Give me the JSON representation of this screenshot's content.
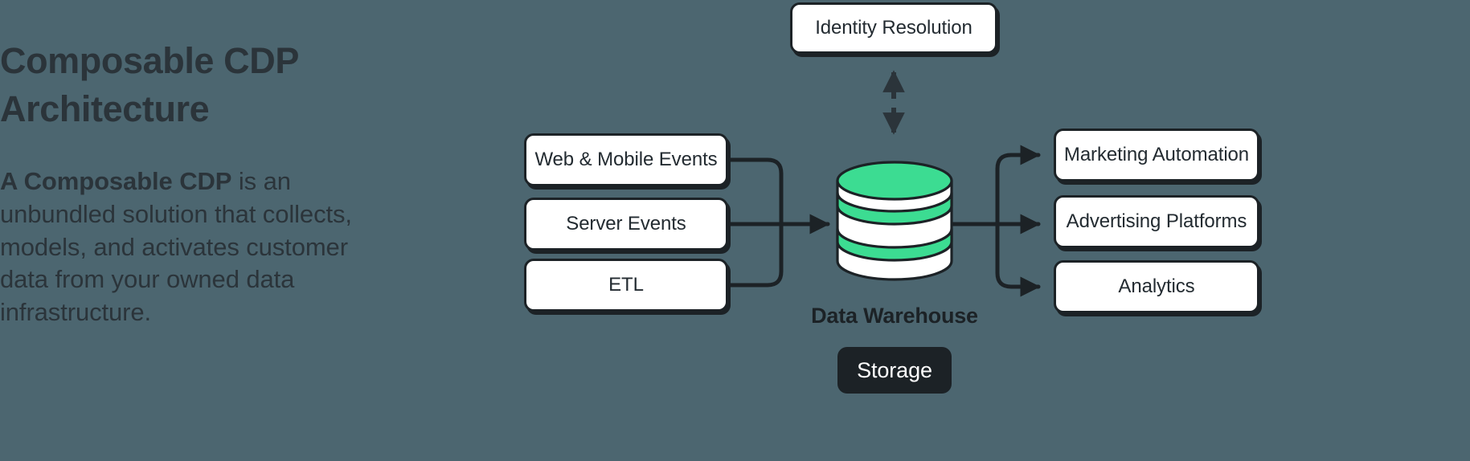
{
  "colors": {
    "background": "#4c6670",
    "ink": "#1c2226",
    "text": "#2b343a",
    "node_fill": "#ffffff",
    "accent_green": "#3cdc92",
    "badge_fill": "#1c2226",
    "badge_text": "#ffffff"
  },
  "intro": {
    "headline": "Composable CDP\nArchitecture",
    "body_lead": "A Composable CDP",
    "body_rest": " is an unbundled solution that collects, models, and activates customer data from your owned data infrastructure."
  },
  "diagram": {
    "type": "flow",
    "sources": [
      {
        "id": "web",
        "label": "Web & Mobile Events"
      },
      {
        "id": "server",
        "label": "Server Events"
      },
      {
        "id": "etl",
        "label": "ETL"
      }
    ],
    "hub": {
      "id": "data-warehouse",
      "label": "Data Warehouse",
      "icon": "database-cylinder-icon",
      "badge": "Storage"
    },
    "satellite": {
      "id": "identity-resolution",
      "label": "Identity Resolution",
      "link": "bidirectional-dashed"
    },
    "destinations": [
      {
        "id": "marketing",
        "label": "Marketing Automation"
      },
      {
        "id": "advertising",
        "label": "Advertising Platforms"
      },
      {
        "id": "analytics",
        "label": "Analytics"
      }
    ],
    "edges": [
      {
        "from": "web",
        "to": "data-warehouse",
        "style": "solid",
        "arrow": "end"
      },
      {
        "from": "server",
        "to": "data-warehouse",
        "style": "solid",
        "arrow": "end"
      },
      {
        "from": "etl",
        "to": "data-warehouse",
        "style": "solid",
        "arrow": "end"
      },
      {
        "from": "data-warehouse",
        "to": "marketing",
        "style": "solid",
        "arrow": "end"
      },
      {
        "from": "data-warehouse",
        "to": "advertising",
        "style": "solid",
        "arrow": "end"
      },
      {
        "from": "data-warehouse",
        "to": "analytics",
        "style": "solid",
        "arrow": "end"
      },
      {
        "from": "identity-resolution",
        "to": "data-warehouse",
        "style": "dashed",
        "arrow": "both"
      }
    ]
  }
}
